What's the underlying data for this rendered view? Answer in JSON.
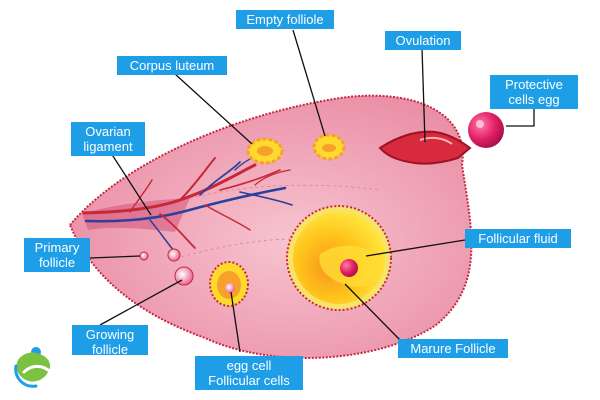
{
  "labels": {
    "empty_follicle": "Empty folliole",
    "ovulation": "Ovulation",
    "corpus_luteum": "Corpus luteum",
    "protective_cells_egg": "Protective\ncells egg",
    "ovarian_ligament": "Ovarian\nligament",
    "follicular_fluid": "Follicular fluid",
    "primary_follicle": "Primary\nfollicle",
    "growing_follicle": "Growing\nfollicle",
    "mature_follicle": "Marure Follicle",
    "egg_cell_follicular_cells": "egg cell\nFollicular cells"
  },
  "icons": {
    "logo": "health-person-logo-icon"
  },
  "colors": {
    "label_bg": "#1f9ee8",
    "ovary": "#f0a6b8",
    "ovary_outline": "#c8263e",
    "vessel_red": "#c62838",
    "vessel_blue": "#2b3f9e",
    "follicle_yellow": "#ffd92e",
    "follicle_orange": "#f7a12a",
    "egg_pink": "#e01e63",
    "logo_green": "#7bc142",
    "logo_blue": "#1f9ee8"
  }
}
